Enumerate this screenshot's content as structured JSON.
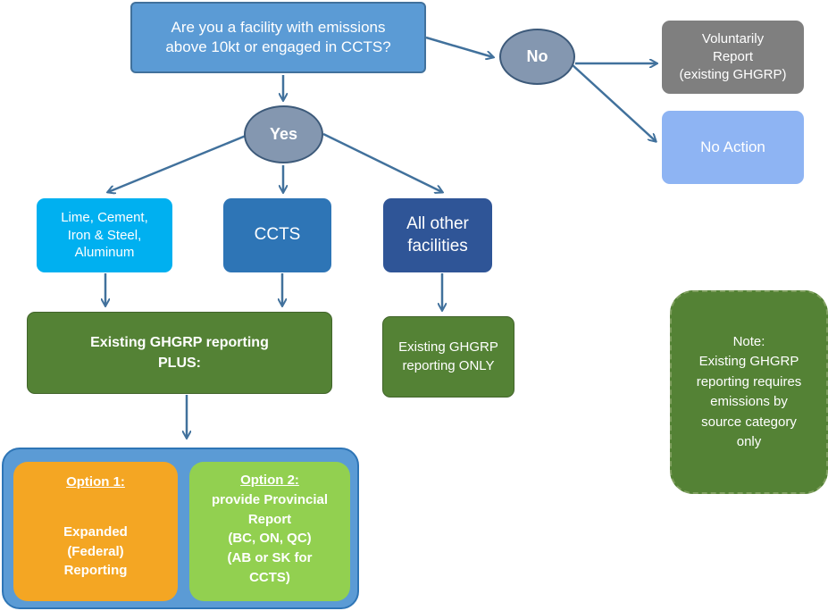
{
  "question": {
    "line1": "Are you a facility with emissions",
    "line2": "above  10kt or engaged  in CCTS?"
  },
  "no_node": "No",
  "yes_node": "Yes",
  "voluntarily": {
    "line1": "Voluntarily",
    "line2": "Report",
    "line3": "(existing GHGRP)"
  },
  "no_action": "No Action",
  "lime": {
    "line1": "Lime, Cement,",
    "line2": "Iron & Steel,",
    "line3": "Aluminum"
  },
  "ccts": "CCTS",
  "all_other": {
    "line1": "All other",
    "line2": "facilities"
  },
  "ghgrp_plus": {
    "line1": "Existing GHGRP  reporting",
    "line2": "PLUS:"
  },
  "ghgrp_only": {
    "line1": "Existing GHGRP",
    "line2": "reporting ONLY"
  },
  "note": {
    "line1": "Note:",
    "line2": "Existing GHGRP",
    "line3": "reporting requires",
    "line4": "emissions by",
    "line5": "source category",
    "line6": "only"
  },
  "option1": {
    "title": "Option 1:",
    "line1": "Expanded",
    "line2": "(Federal)",
    "line3": "Reporting"
  },
  "option2": {
    "title": "Option 2:",
    "line1": "provide Provincial",
    "line2": "Report",
    "line3": "(BC, ON, QC)",
    "line4": "(AB or SK for",
    "line5": "CCTS)"
  },
  "colors": {
    "arrow": "#41719c",
    "question_fill": "#5b9bd5",
    "oval_fill": "#8497b0",
    "grey_box": "#7f7f7f",
    "light_blue": "#8eb4f3",
    "cyan": "#00b0f0",
    "mid_blue": "#2e75b6",
    "dark_blue": "#2f5597",
    "green": "#548235",
    "orange": "#f4a623",
    "light_green": "#92d050"
  }
}
